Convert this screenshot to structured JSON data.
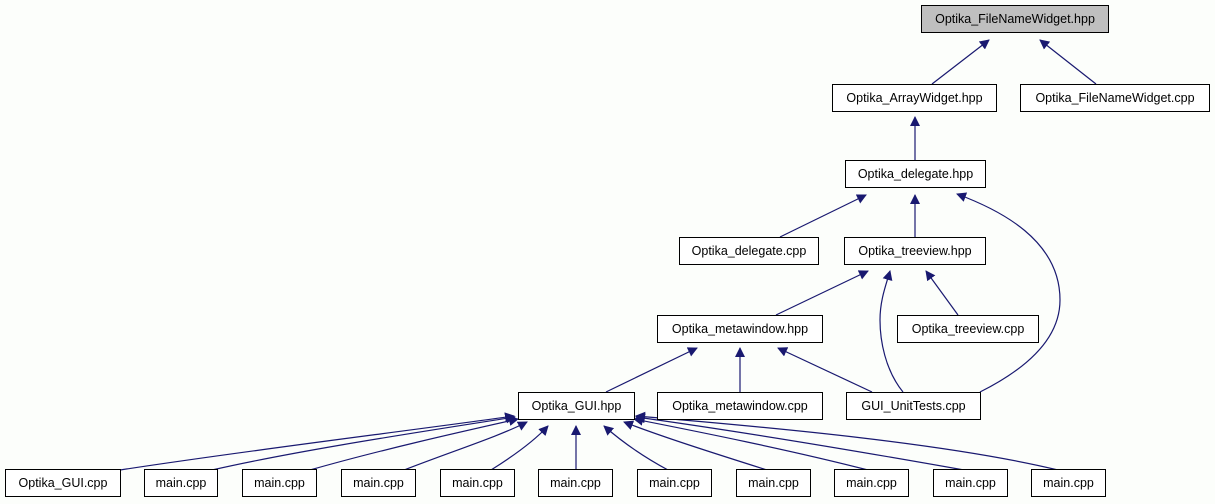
{
  "graph": {
    "root": "n0",
    "nodes": [
      {
        "id": "n0",
        "label": "Optika_FileNameWidget.hpp",
        "fill": "#bfbfbf"
      },
      {
        "id": "n1",
        "label": "Optika_ArrayWidget.hpp"
      },
      {
        "id": "n2",
        "label": "Optika_FileNameWidget.cpp"
      },
      {
        "id": "n3",
        "label": "Optika_delegate.hpp"
      },
      {
        "id": "n4",
        "label": "Optika_delegate.cpp"
      },
      {
        "id": "n5",
        "label": "Optika_treeview.hpp"
      },
      {
        "id": "n6",
        "label": "Optika_metawindow.hpp"
      },
      {
        "id": "n7",
        "label": "Optika_treeview.cpp"
      },
      {
        "id": "n8",
        "label": "Optika_GUI.hpp"
      },
      {
        "id": "n9",
        "label": "Optika_metawindow.cpp"
      },
      {
        "id": "n10",
        "label": "GUI_UnitTests.cpp"
      },
      {
        "id": "n11",
        "label": "Optika_GUI.cpp"
      },
      {
        "id": "n12",
        "label": "main.cpp"
      },
      {
        "id": "n13",
        "label": "main.cpp"
      },
      {
        "id": "n14",
        "label": "main.cpp"
      },
      {
        "id": "n15",
        "label": "main.cpp"
      },
      {
        "id": "n16",
        "label": "main.cpp"
      },
      {
        "id": "n17",
        "label": "main.cpp"
      },
      {
        "id": "n18",
        "label": "main.cpp"
      },
      {
        "id": "n19",
        "label": "main.cpp"
      },
      {
        "id": "n20",
        "label": "main.cpp"
      },
      {
        "id": "n21",
        "label": "main.cpp"
      }
    ],
    "edges": [
      {
        "from": "n1",
        "to": "n0"
      },
      {
        "from": "n2",
        "to": "n0"
      },
      {
        "from": "n3",
        "to": "n1"
      },
      {
        "from": "n4",
        "to": "n3"
      },
      {
        "from": "n5",
        "to": "n3"
      },
      {
        "from": "n10",
        "to": "n3"
      },
      {
        "from": "n6",
        "to": "n5"
      },
      {
        "from": "n7",
        "to": "n5"
      },
      {
        "from": "n10",
        "to": "n5"
      },
      {
        "from": "n8",
        "to": "n6"
      },
      {
        "from": "n9",
        "to": "n6"
      },
      {
        "from": "n10",
        "to": "n6"
      },
      {
        "from": "n11",
        "to": "n8"
      },
      {
        "from": "n12",
        "to": "n8"
      },
      {
        "from": "n13",
        "to": "n8"
      },
      {
        "from": "n14",
        "to": "n8"
      },
      {
        "from": "n15",
        "to": "n8"
      },
      {
        "from": "n16",
        "to": "n8"
      },
      {
        "from": "n17",
        "to": "n8"
      },
      {
        "from": "n18",
        "to": "n8"
      },
      {
        "from": "n19",
        "to": "n8"
      },
      {
        "from": "n20",
        "to": "n8"
      },
      {
        "from": "n21",
        "to": "n8"
      }
    ],
    "colors": {
      "edge": "#191970",
      "border": "#000000",
      "node_fill": "#ffffff",
      "background": "#fcfefb"
    }
  }
}
